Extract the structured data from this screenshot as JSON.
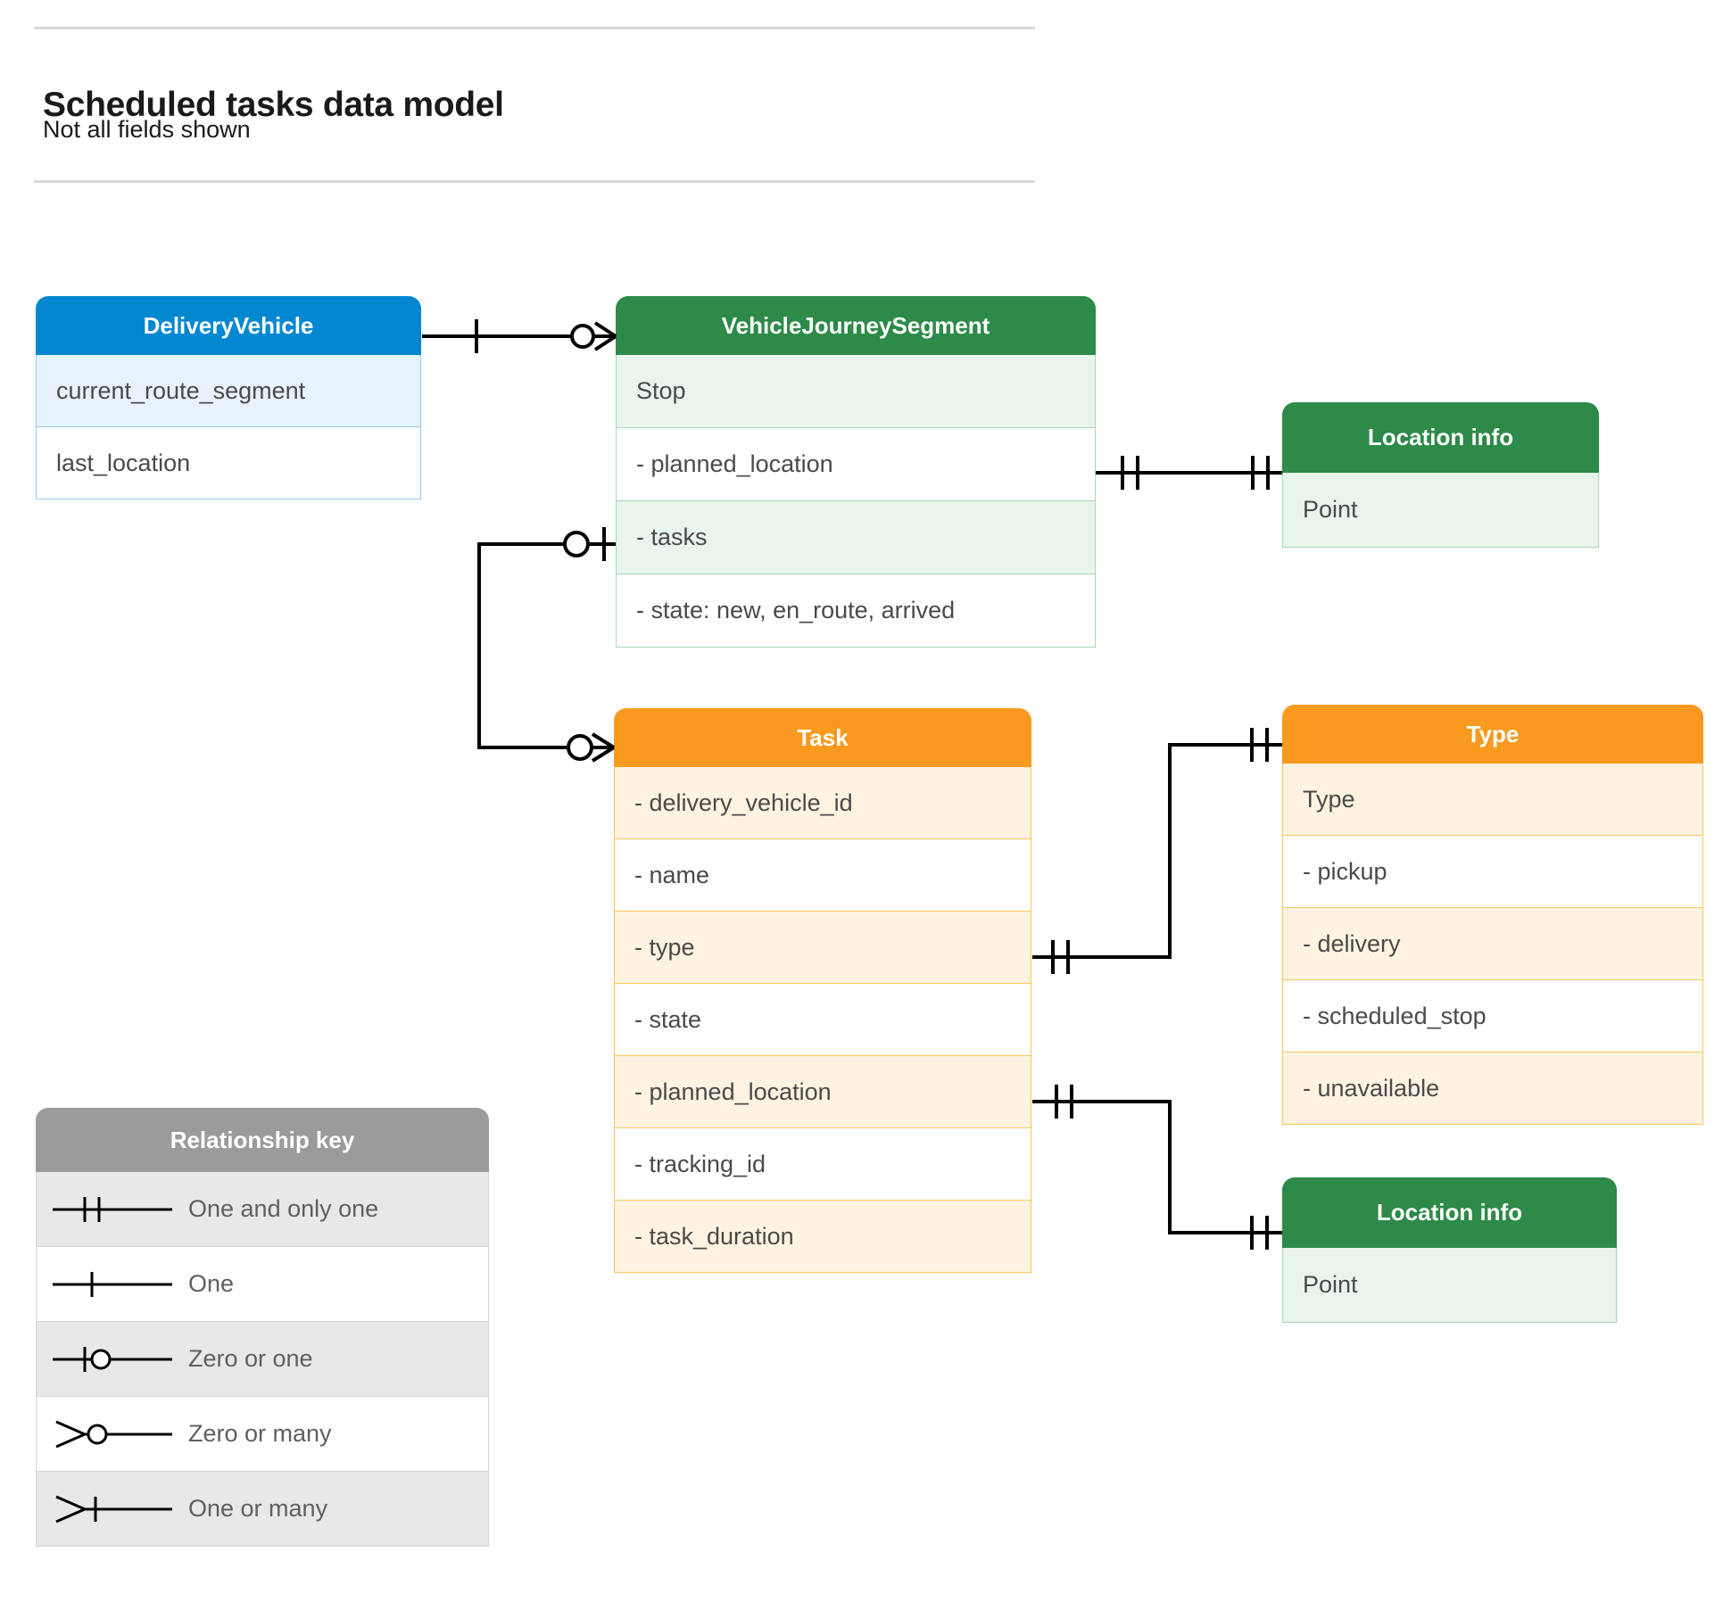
{
  "header": {
    "title": "Scheduled tasks data model",
    "subtitle": "Not all fields shown"
  },
  "palette": {
    "blue_header": "#0288d1",
    "blue_row": "#e7f2fd",
    "blue_border": "#90caf9",
    "green_header": "#2d8a48",
    "green_row": "#e8f4ec",
    "green_border": "#a6d8b4",
    "orange_header": "#f89a20",
    "orange_row": "#fdf3e0",
    "orange_border": "#fcc55a",
    "gray_header": "#9b9b9b",
    "gray_row": "#e8e8e8",
    "gray_border": "#d4d4d4",
    "connector": "#000000",
    "rule": "#d9d9d9",
    "text": "#4a4a4a"
  },
  "entities": {
    "delivery_vehicle": {
      "title": "DeliveryVehicle",
      "rows": [
        "current_route_segment",
        "last_location"
      ]
    },
    "vehicle_journey_segment": {
      "title": "VehicleJourneySegment",
      "rows": [
        "Stop",
        "-  planned_location",
        "- tasks",
        "- state: new, en_route, arrived"
      ]
    },
    "location_info_top": {
      "title": "Location info",
      "rows": [
        "Point"
      ]
    },
    "task": {
      "title": "Task",
      "rows": [
        "- delivery_vehicle_id",
        "- name",
        "- type",
        "- state",
        "- planned_location",
        "- tracking_id",
        "- task_duration"
      ]
    },
    "type": {
      "title": "Type",
      "rows": [
        "Type",
        "-   pickup",
        "-  delivery",
        "-  scheduled_stop",
        "-  unavailable"
      ]
    },
    "location_info_bottom": {
      "title": "Location info",
      "rows": [
        "Point"
      ]
    }
  },
  "relationship_key": {
    "title": "Relationship key",
    "items": [
      {
        "glyph": "one-and-only-one-icon",
        "label": "One and only one"
      },
      {
        "glyph": "one-icon",
        "label": "One"
      },
      {
        "glyph": "zero-or-one-icon",
        "label": "Zero or one"
      },
      {
        "glyph": "zero-or-many-icon",
        "label": "Zero or many"
      },
      {
        "glyph": "one-or-many-icon",
        "label": "One or many"
      }
    ]
  },
  "relationships": [
    {
      "name": "deliveryvehicle-to-vehiclejourneysegment",
      "from": "DeliveryVehicle",
      "from_cardinality": "One",
      "to": "VehicleJourneySegment",
      "to_cardinality": "Zero or many"
    },
    {
      "name": "vehiclejourneysegment-planned-location-to-location-info",
      "from": "VehicleJourneySegment.planned_location",
      "from_cardinality": "One and only one",
      "to": "Location info",
      "to_cardinality": "One and only one"
    },
    {
      "name": "vehiclejourneysegment-tasks-to-task",
      "from": "VehicleJourneySegment.tasks",
      "from_cardinality": "Zero or one",
      "to": "Task",
      "to_cardinality": "Zero or many"
    },
    {
      "name": "task-type-to-type",
      "from": "Task.type",
      "from_cardinality": "One and only one",
      "to": "Type",
      "to_cardinality": "One and only one"
    },
    {
      "name": "task-planned-location-to-location-info",
      "from": "Task.planned_location",
      "from_cardinality": "One and only one",
      "to": "Location info",
      "to_cardinality": "One and only one"
    }
  ]
}
